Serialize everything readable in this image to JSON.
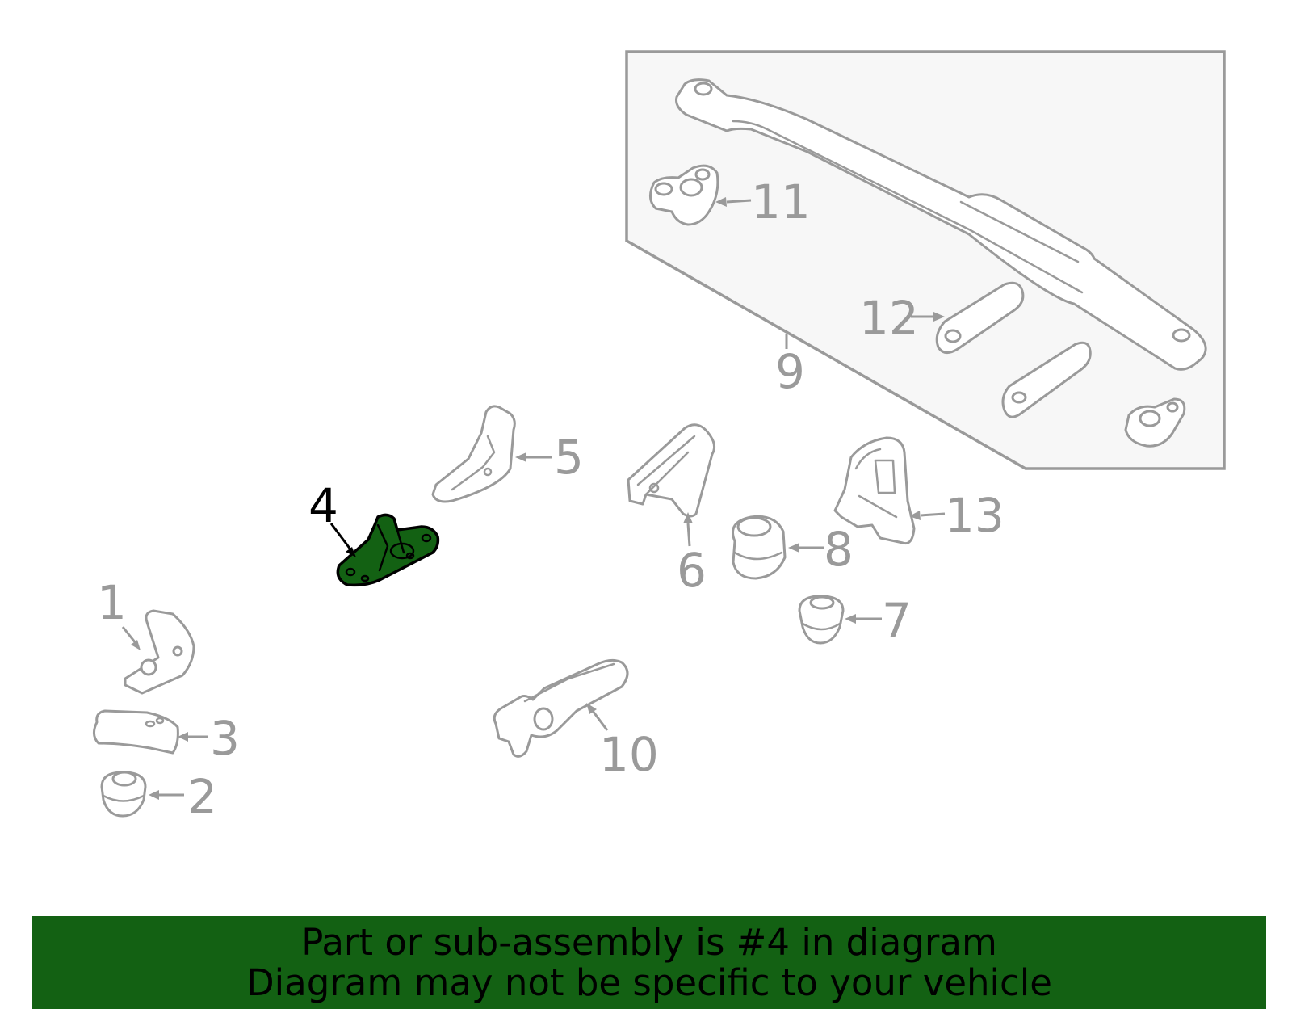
{
  "callouts": {
    "p1": "1",
    "p2": "2",
    "p3": "3",
    "p4": "4",
    "p5": "5",
    "p6": "6",
    "p7": "7",
    "p8": "8",
    "p9": "9",
    "p10": "10",
    "p11": "11",
    "p12": "12",
    "p13": "13"
  },
  "banner": {
    "line1": "Part or sub-assembly is #4 in diagram",
    "line2": "Diagram may not be specific to your vehicle"
  },
  "colors": {
    "highlight_fill": "#136113",
    "banner_bg": "#136113",
    "part_stroke": "#9a9a9a",
    "label_color": "#9a9a9a",
    "highlight_label": "#000000",
    "inset_bg": "#f7f7f7"
  },
  "highlighted_part": "4"
}
